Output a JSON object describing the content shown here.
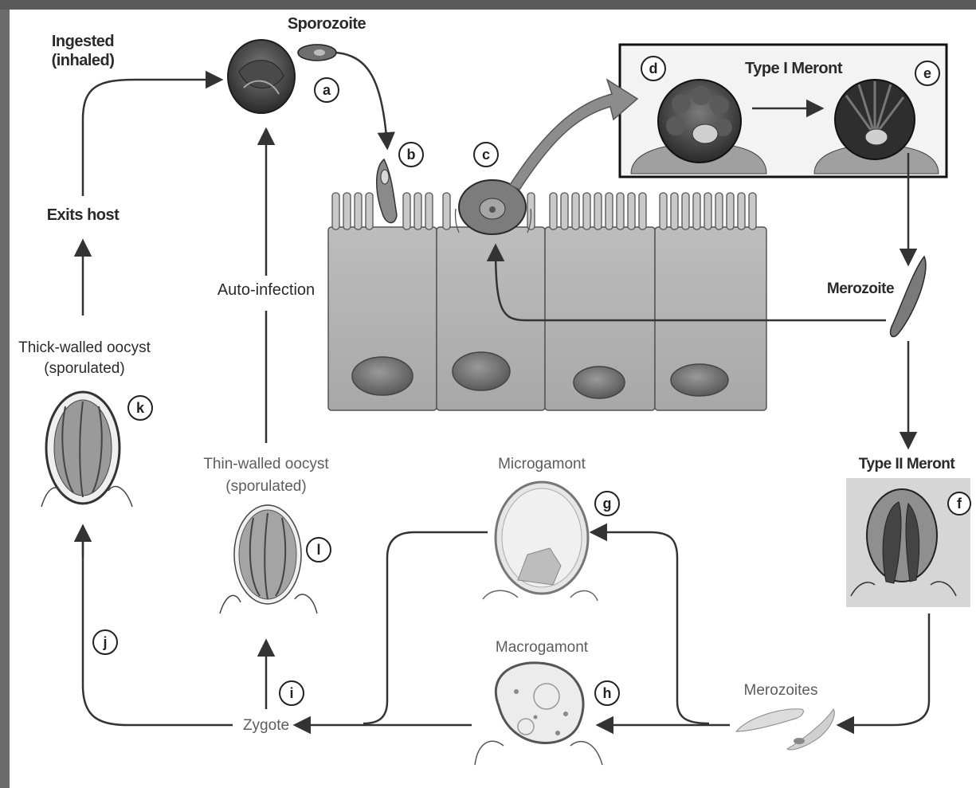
{
  "labels": {
    "ingested": [
      "Ingested",
      "(inhaled)"
    ],
    "sporozoite": "Sporozoite",
    "exits_host": "Exits host",
    "auto_infection": "Auto-infection",
    "thick_walled": [
      "Thick-walled oocyst",
      "(sporulated)"
    ],
    "thin_walled": [
      "Thin-walled oocyst",
      "(sporulated)"
    ],
    "type1_meront": "Type I Meront",
    "merozoite": "Merozoite",
    "type2_meront": "Type II Meront",
    "microgamont": "Microgamont",
    "macrogamont": "Macrogamont",
    "merozoites": "Merozoites",
    "zygote": "Zygote"
  },
  "stage_letters": {
    "a": "a",
    "b": "b",
    "c": "c",
    "d": "d",
    "e": "e",
    "f": "f",
    "g": "g",
    "h": "h",
    "i": "i",
    "j": "j",
    "k": "k",
    "l": "l"
  }
}
